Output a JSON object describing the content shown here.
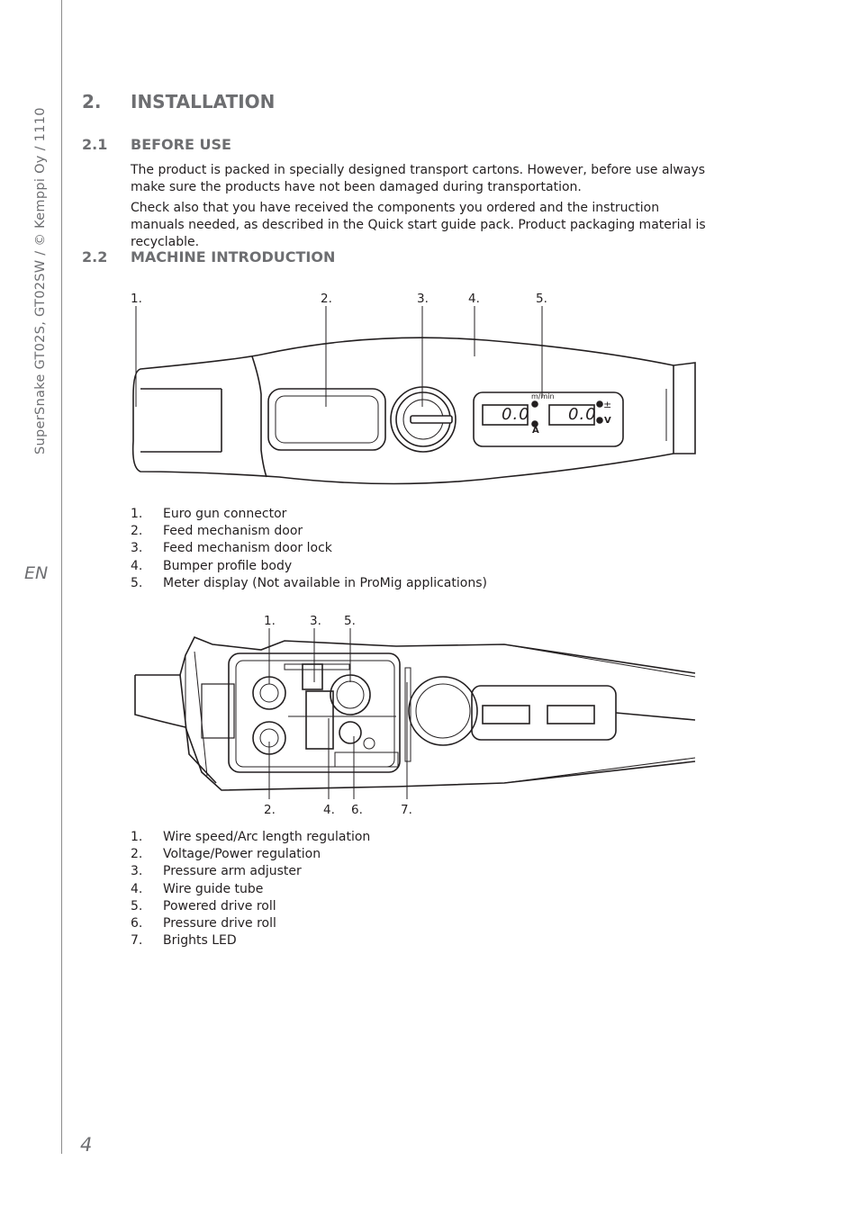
{
  "sidebar": {
    "running_title": "SuperSnake GT02S, GT02SW / © Kemppi Oy / 1110",
    "language": "EN"
  },
  "page_number": "4",
  "section": {
    "number": "2.",
    "title": "INSTALLATION"
  },
  "before_use": {
    "number": "2.1",
    "title": "BEFORE USE",
    "paragraphs": [
      "The product is packed in specially designed transport cartons. However, before use always make sure the products have not been damaged during transportation.",
      "Check also that you have received the components you ordered and the instruction manuals needed, as described in the Quick start guide pack. Product packaging material is recyclable."
    ]
  },
  "machine_intro": {
    "number": "2.2",
    "title": "MACHINE INTRODUCTION",
    "figure1": {
      "callouts": [
        "1.",
        "2.",
        "3.",
        "4.",
        "5."
      ],
      "display": {
        "left_value": "0.0",
        "right_value": "0.0",
        "unit_top": "m/min",
        "unit_left": "A",
        "unit_right": "V",
        "sign": "±"
      },
      "legend": [
        {
          "n": "1.",
          "text": "Euro gun connector"
        },
        {
          "n": "2.",
          "text": "Feed mechanism door"
        },
        {
          "n": "3.",
          "text": "Feed mechanism door lock"
        },
        {
          "n": "4.",
          "text": "Bumper profile body"
        },
        {
          "n": "5.",
          "text": "Meter display (Not available in ProMig applications)"
        }
      ]
    },
    "figure2": {
      "callouts_top": [
        "1.",
        "3.",
        "5."
      ],
      "callouts_bottom": [
        "2.",
        "4.",
        "6.",
        "7."
      ],
      "legend": [
        {
          "n": "1.",
          "text": "Wire speed/Arc length regulation"
        },
        {
          "n": "2.",
          "text": "Voltage/Power regulation"
        },
        {
          "n": "3.",
          "text": "Pressure arm adjuster"
        },
        {
          "n": "4.",
          "text": "Wire guide tube"
        },
        {
          "n": "5.",
          "text": "Powered drive roll"
        },
        {
          "n": "6.",
          "text": "Pressure drive roll"
        },
        {
          "n": "7.",
          "text": "Brights LED"
        }
      ]
    }
  }
}
